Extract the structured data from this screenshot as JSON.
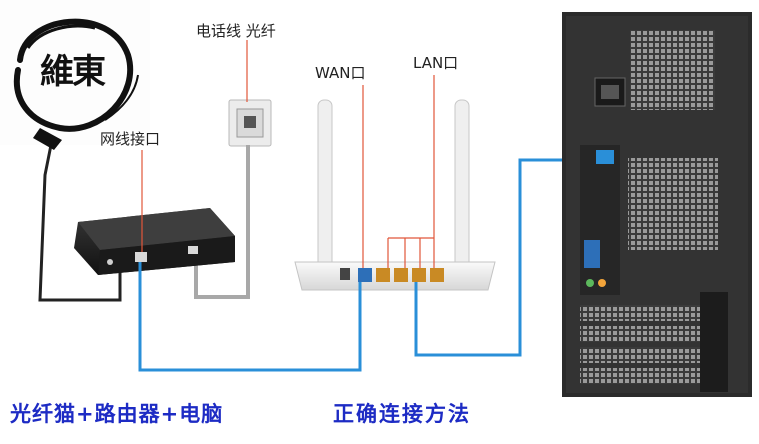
{
  "logo": {
    "text": "維東"
  },
  "labels": {
    "phone_fiber": "电话线 光纤",
    "wan": "WAN口",
    "lan": "LAN口",
    "network_port": "网线接口"
  },
  "caption": {
    "devices": "光纤猫+路由器+电脑",
    "method": "正确连接方法"
  },
  "colors": {
    "ethernet_cable": "#2a8fd8",
    "port_marker": "#e1563a",
    "caption": "#1d2bc4",
    "tower_body": "#2b2b2b"
  }
}
